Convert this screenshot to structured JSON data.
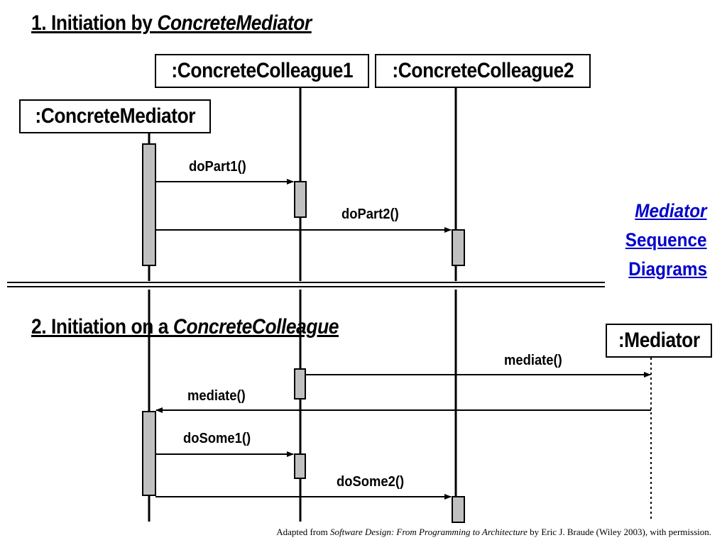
{
  "section1": {
    "prefix": "1. Initiation by ",
    "emph": "ConcreteMediator"
  },
  "section2": {
    "prefix": "2. Initiation on a ",
    "emph": "ConcreteColleague"
  },
  "objects": {
    "colleague1": ":ConcreteColleague1",
    "colleague2": ":ConcreteColleague2",
    "mediator_concrete": ":ConcreteMediator",
    "mediator": ":Mediator"
  },
  "messages": {
    "dopart1": "doPart1()",
    "dopart2": "doPart2()",
    "mediate_right": "mediate()",
    "mediate_left": "mediate()",
    "dosome1": "doSome1()",
    "dosome2": "doSome2()"
  },
  "side_title": {
    "line1": "Mediator",
    "line2": "Sequence",
    "line3": "Diagrams",
    "color": "#0000cc"
  },
  "credit": {
    "prefix": "Adapted from ",
    "book": "Software Design: From Programming to Architecture",
    "suffix": " by Eric J. Braude (Wiley 2003), with permission."
  }
}
